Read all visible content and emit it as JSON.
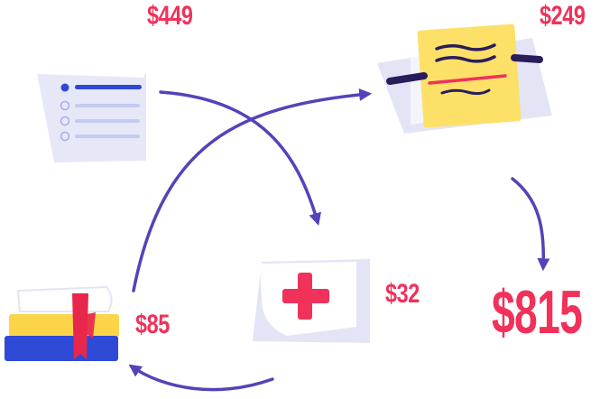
{
  "colors": {
    "price": "#f0325a",
    "arrow": "#5443b8",
    "doc_bg": "#e3e5f6",
    "doc_line": "#2f46d6",
    "note_yellow": "#fde068",
    "note_ink": "#2a1d5c",
    "note_red": "#f0325a",
    "kit_bg": "#e3e5f6",
    "cross": "#f0325a",
    "book_yellow": "#fbd449",
    "book_blue": "#2f4ad6",
    "ribbon": "#e8274d"
  },
  "prices": {
    "list": "$449",
    "contract": "$249",
    "books": "$85",
    "medical": "$32",
    "total": "$815"
  }
}
